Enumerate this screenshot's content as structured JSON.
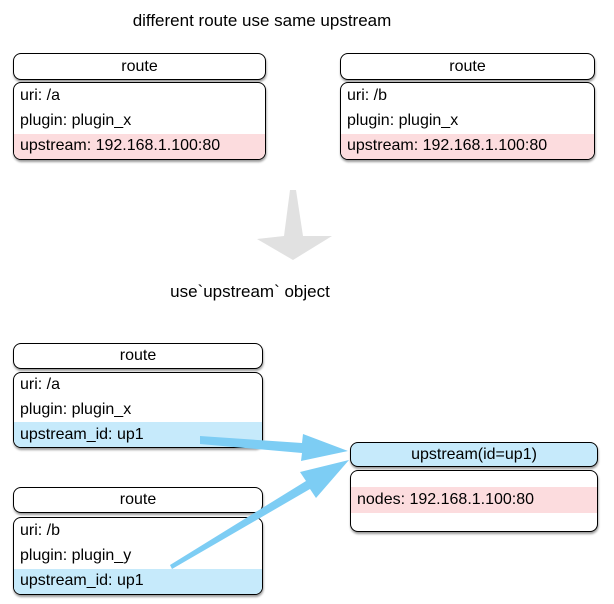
{
  "title": "different route use same upstream",
  "transform_label": "use`upstream` object",
  "colors": {
    "row_pink": "#fcdcde",
    "row_blue": "#c6eafb",
    "arrow_blue": "#7dcdf4",
    "arrow_gray": "#e1e1e1",
    "node_border": "#000000",
    "node_background": "#ffffff"
  },
  "before": {
    "routes": [
      {
        "header": "route",
        "rows": [
          {
            "text": "uri: /a",
            "highlight": "none"
          },
          {
            "text": "plugin: plugin_x",
            "highlight": "none"
          },
          {
            "text": "upstream: 192.168.1.100:80",
            "highlight": "pink"
          }
        ]
      },
      {
        "header": "route",
        "rows": [
          {
            "text": "uri: /b",
            "highlight": "none"
          },
          {
            "text": "plugin: plugin_x",
            "highlight": "none"
          },
          {
            "text": "upstream: 192.168.1.100:80",
            "highlight": "pink"
          }
        ]
      }
    ]
  },
  "after": {
    "routes": [
      {
        "header": "route",
        "rows": [
          {
            "text": "uri: /a",
            "highlight": "none"
          },
          {
            "text": "plugin: plugin_x",
            "highlight": "none"
          },
          {
            "text": "upstream_id: up1",
            "highlight": "blue"
          }
        ]
      },
      {
        "header": "route",
        "rows": [
          {
            "text": "uri: /b",
            "highlight": "none"
          },
          {
            "text": "plugin: plugin_y",
            "highlight": "none"
          },
          {
            "text": "upstream_id: up1",
            "highlight": "blue"
          }
        ]
      }
    ],
    "upstream": {
      "header": "upstream(id=up1)",
      "rows": [
        {
          "text": "nodes: 192.168.1.100:80",
          "highlight": "pink"
        }
      ]
    }
  }
}
